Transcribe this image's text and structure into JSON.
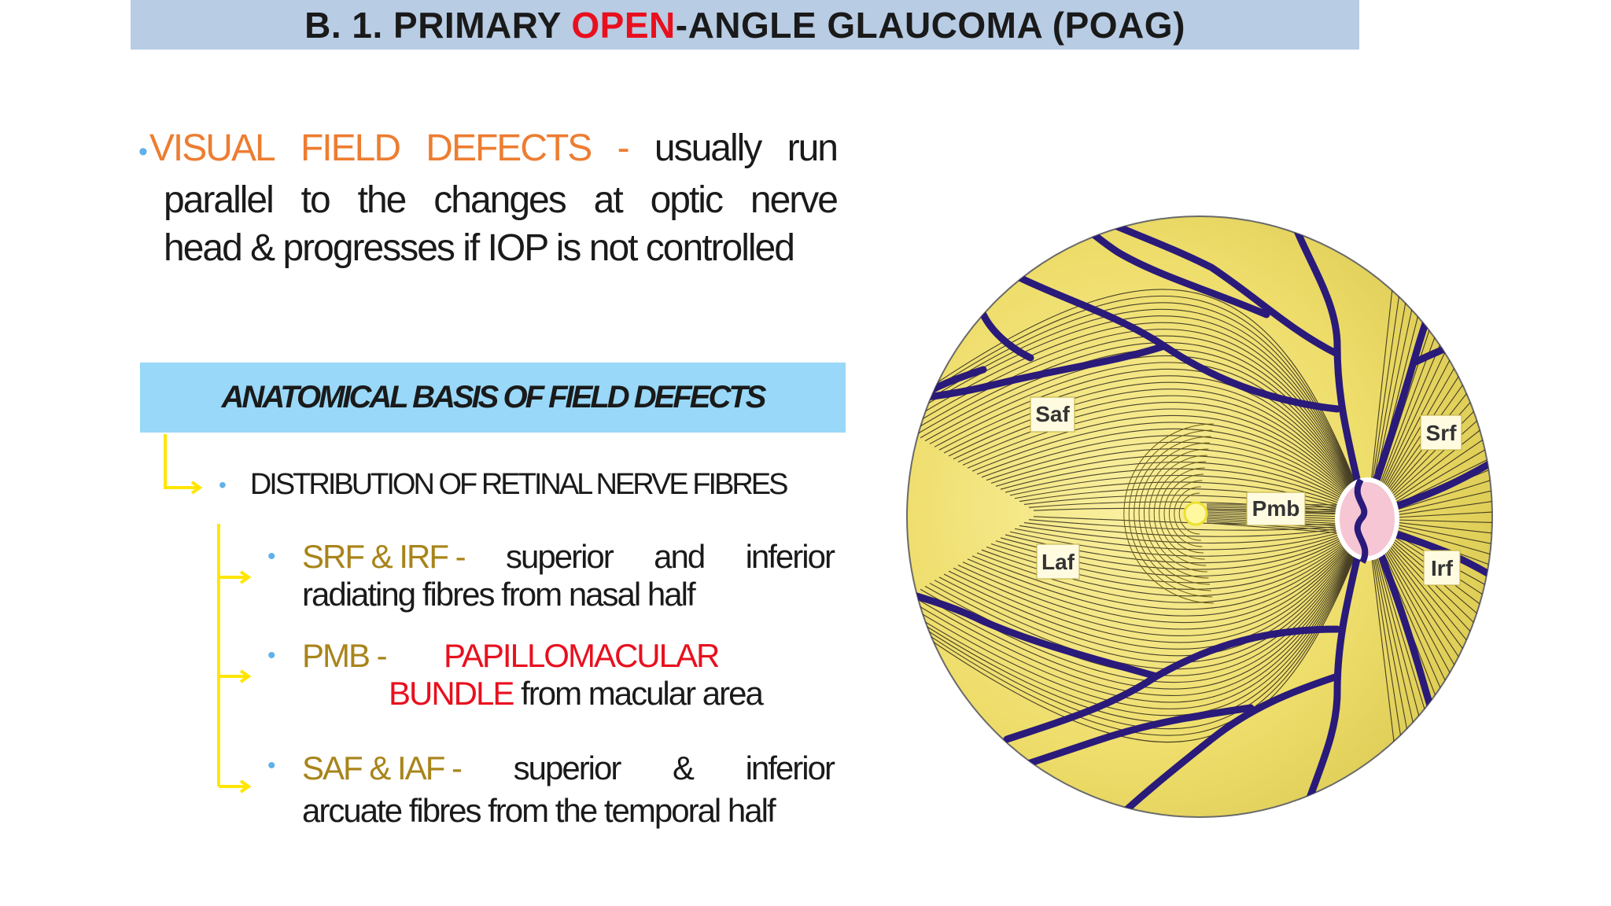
{
  "title": {
    "prefix": "B. 1. PRIMARY ",
    "highlight": "OPEN",
    "suffix": "-ANGLE GLAUCOMA (POAG)"
  },
  "intro": {
    "bullet": "•",
    "term_words": [
      "VISUAL",
      "FIELD",
      "DEFECTS",
      "-"
    ],
    "line1_rest": [
      "usually",
      "run"
    ],
    "line2": [
      "parallel",
      "to",
      "the",
      "changes",
      "at",
      "optic",
      "nerve"
    ],
    "line3": "head & progresses if IOP is not controlled"
  },
  "section": {
    "heading": "ANATOMICAL BASIS OF FIELD DEFECTS",
    "distribution": "DISTRIBUTION OF RETINAL NERVE FIBRES"
  },
  "items": [
    {
      "term": "SRF & IRF -",
      "line1_words": [
        "superior",
        "and",
        "inferior"
      ],
      "line2": "radiating fibres from nasal half"
    },
    {
      "term": "PMB -",
      "highlight1": "PAPILLOMACULAR",
      "highlight2": "BUNDLE",
      "line2": "from macular area"
    },
    {
      "term": "SAF & IAF -",
      "line1_words": [
        "superior",
        "&",
        "inferior"
      ],
      "line2": "arcuate fibres from the temporal half"
    }
  ],
  "diagram_labels": {
    "saf": "Saf",
    "laf": "Laf",
    "pmb": "Pmb",
    "srf": "Srf",
    "irf": "Irf"
  },
  "colors": {
    "title_bar": "#b8cce4",
    "section_bar": "#99d8f8",
    "highlight_red": "#e8101e",
    "term_orange": "#ed7d31",
    "term_olive": "#a8841a",
    "bullet_blue": "#5fb1e8",
    "connector_yellow": "#ffe600",
    "retina_fill": "#f3e67a",
    "vessel": "#2a1a7a"
  }
}
